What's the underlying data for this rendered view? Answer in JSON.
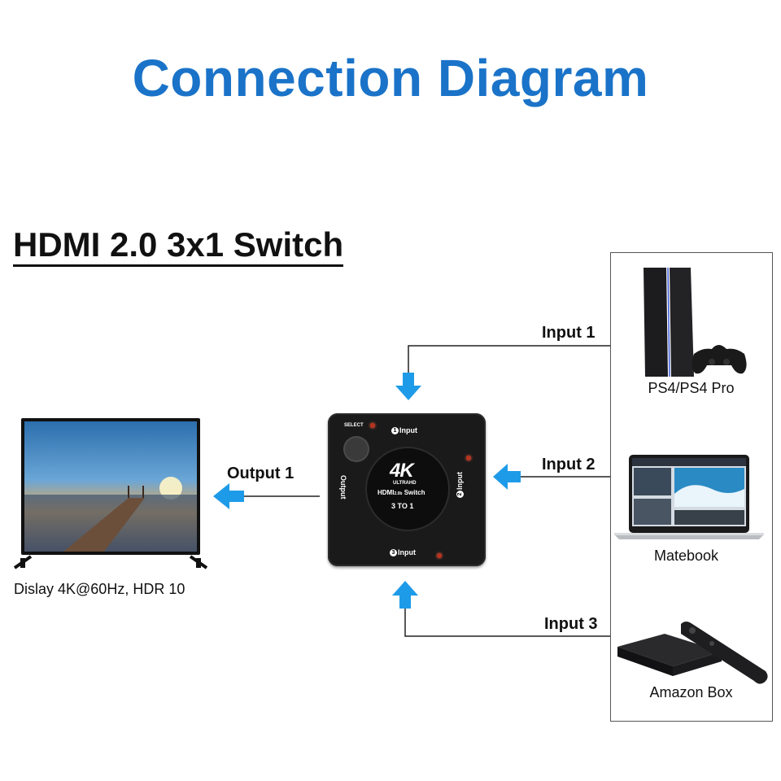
{
  "diagram": {
    "title": "Connection Diagram",
    "subtitle": "HDMI 2.0 3x1 Switch",
    "tv_caption": "Dislay 4K@60Hz, HDR 10",
    "output_label": "Output 1",
    "input_labels": [
      "Input 1",
      "Input 2",
      "Input 3"
    ],
    "devices": [
      {
        "caption": "PS4/PS4 Pro",
        "icon": "game-console-icon"
      },
      {
        "caption": "Matebook",
        "icon": "laptop-icon"
      },
      {
        "caption": "Amazon Box",
        "icon": "streaming-box-icon"
      }
    ],
    "switch": {
      "select": "SELECT",
      "port1": "Input",
      "port2": "Input",
      "port3": "Input",
      "output": "Output",
      "badge_big": "4K",
      "badge_small": "ULTRAHD",
      "badge_model": "HDMI",
      "badge_ver": "2.0b",
      "badge_switch": "Switch",
      "badge_ratio": "3 TO 1",
      "n1": "1",
      "n2": "2",
      "n3": "3"
    },
    "colors": {
      "title": "#1a73c8",
      "arrow": "#1e9be8",
      "line": "#222222"
    }
  }
}
